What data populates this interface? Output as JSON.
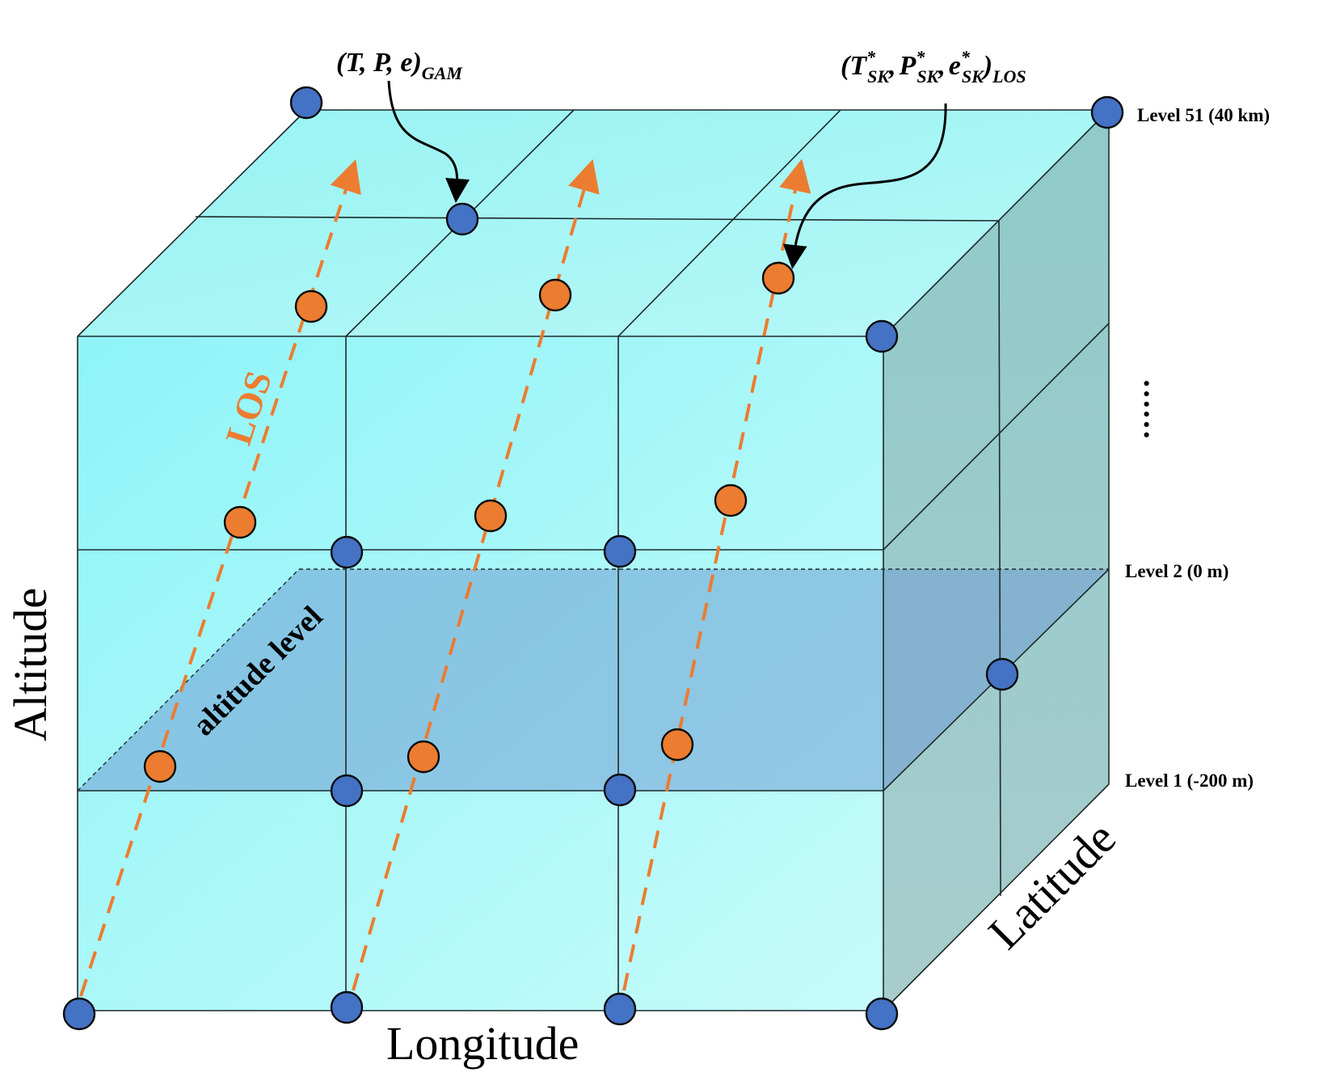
{
  "axes": {
    "altitude": "Altitude",
    "longitude": "Longitude",
    "latitude": "Latitude"
  },
  "levels": {
    "top": "Level 51 (40 km)",
    "middle": "Level 2 (0 m)",
    "bottom": "Level 1 (-200  m)",
    "ellipsis": "……"
  },
  "labels": {
    "los": "LOS",
    "altitude_level": "altitude level"
  },
  "formulas": {
    "gam": {
      "body": "(T, P, e)",
      "sub": "GAM"
    },
    "los": {
      "open": "(",
      "t": "T",
      "p": "P",
      "e": "e",
      "star": "*",
      "sk": "SK",
      "comma": ",",
      "close": ")",
      "sub": "LOS"
    }
  },
  "colors": {
    "node_grid": "#4472c4",
    "node_los": "#ec7c30",
    "los_line": "#ec7c30",
    "front_face": "#a8f4f4",
    "side_face": "#a0cccc",
    "top_face": "#a6f2f2",
    "altitude_plane": "#7fa9d6"
  }
}
